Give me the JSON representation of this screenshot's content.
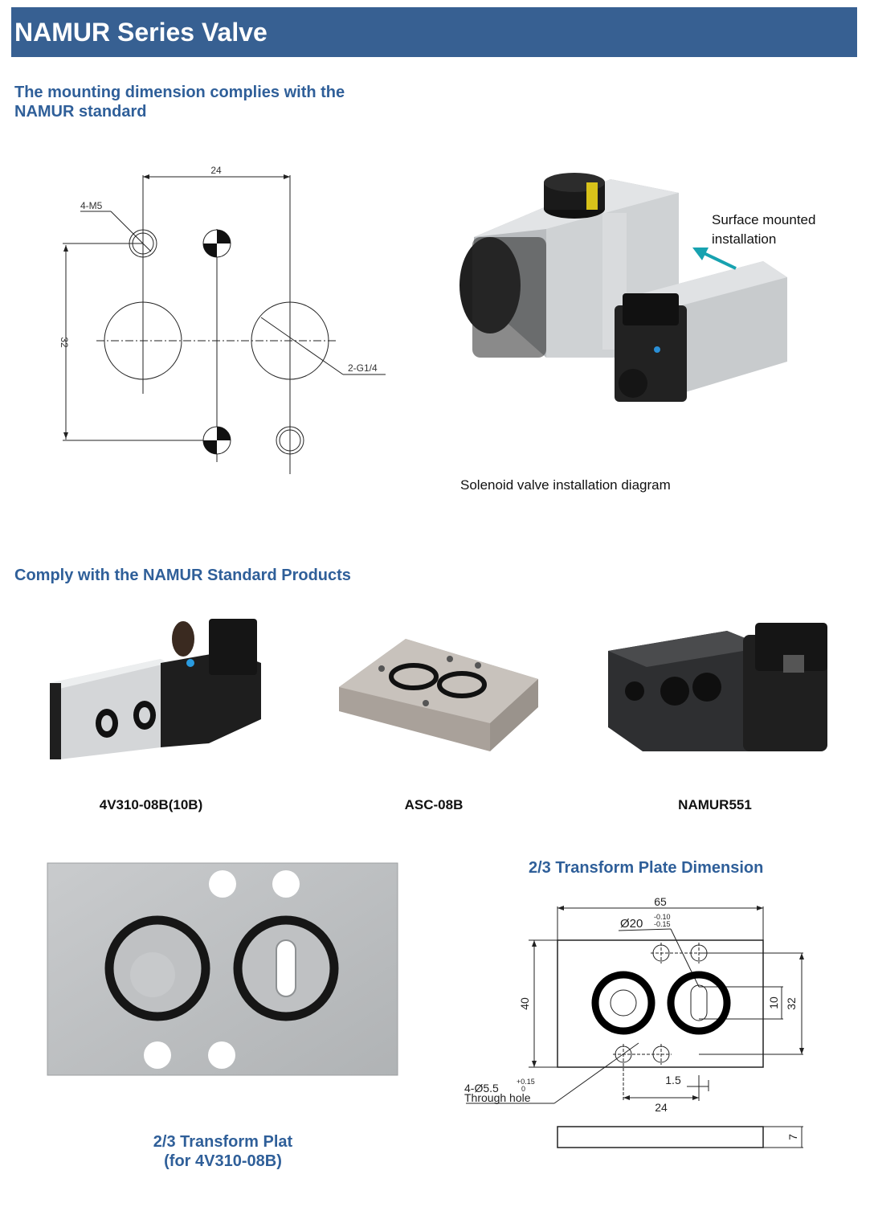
{
  "header": {
    "title": "NAMUR Series Valve"
  },
  "section1": {
    "heading_line1": "The mounting dimension complies with the",
    "heading_line2": "NAMUR standard",
    "diagram": {
      "dim_width": "24",
      "dim_height": "32",
      "label_thread": "4-M5",
      "label_port": "2-G1/4"
    },
    "photo": {
      "callout_line1": "Surface mounted",
      "callout_line2": "installation",
      "caption": "Solenoid valve installation diagram"
    }
  },
  "section2": {
    "heading": "Comply with the NAMUR Standard Products",
    "products": [
      {
        "name": "4V310-08B(10B)"
      },
      {
        "name": "ASC-08B"
      },
      {
        "name": "NAMUR551"
      }
    ]
  },
  "plate": {
    "caption_line1": "2/3 Transform Plat",
    "caption_line2": "(for 4V310-08B)"
  },
  "dimension": {
    "title": "2/3 Transform Plate Dimension",
    "width": "65",
    "bore": "Ø20",
    "bore_tol_upper": "-0.10",
    "bore_tol_lower": "-0.15",
    "height": "40",
    "dim_10": "10",
    "dim_32": "32",
    "dim_1_5": "1.5",
    "dim_24": "24",
    "hole": "4-Ø5.5",
    "hole_tol_upper": "+0.15",
    "hole_tol_lower": "0",
    "hole_note": "Through hole",
    "thickness": "7"
  },
  "colors": {
    "banner": "#376092",
    "heading": "#2f5f99",
    "arrow": "#17a2b0"
  }
}
